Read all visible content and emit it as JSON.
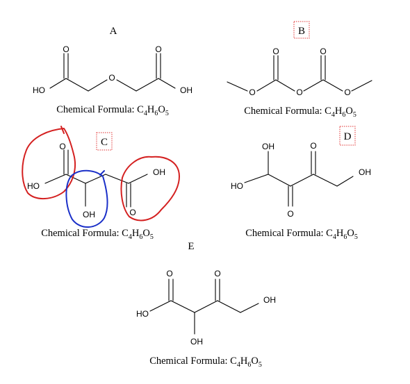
{
  "structures": {
    "a": {
      "letter": "A",
      "formula_prefix": "Chemical Formula: C",
      "c": "4",
      "h_sym": "H",
      "h": "6",
      "o_sym": "O",
      "o": "5",
      "atoms": {
        "o_left": "O",
        "o_right": "O",
        "o_ether": "O",
        "ho": "HO",
        "oh": "OH"
      }
    },
    "b": {
      "letter": "B",
      "formula_prefix": "Chemical Formula: C",
      "c": "4",
      "h_sym": "H",
      "h": "6",
      "o_sym": "O",
      "o": "5",
      "atoms": {
        "o1": "O",
        "o2": "O",
        "o3": "O",
        "o4": "O",
        "o5": "O"
      }
    },
    "c": {
      "letter": "C",
      "formula_prefix": "Chemical Formula: C",
      "c": "4",
      "h_sym": "H",
      "h": "6",
      "o_sym": "O",
      "o": "5",
      "atoms": {
        "o_top": "O",
        "ho": "HO",
        "oh_mid": "OH",
        "oh_right": "OH",
        "o_right": "O"
      }
    },
    "d": {
      "letter": "D",
      "formula_prefix": "Chemical Formula: C",
      "c": "4",
      "h_sym": "H",
      "h": "6",
      "o_sym": "O",
      "o": "5",
      "atoms": {
        "oh_top": "OH",
        "o_top": "O",
        "ho": "HO",
        "o_bottom": "O",
        "oh_right": "OH"
      }
    },
    "e": {
      "letter": "E",
      "formula_prefix": "Chemical Formula: C",
      "c": "4",
      "h_sym": "H",
      "h": "6",
      "o_sym": "O",
      "o": "5",
      "atoms": {
        "o_left": "O",
        "o_mid": "O",
        "ho": "HO",
        "oh_bottom": "OH",
        "oh_right": "OH"
      }
    }
  },
  "colors": {
    "annotation_red": "#d42020",
    "annotation_blue": "#1a2fc8",
    "box_red": "#e03030"
  }
}
